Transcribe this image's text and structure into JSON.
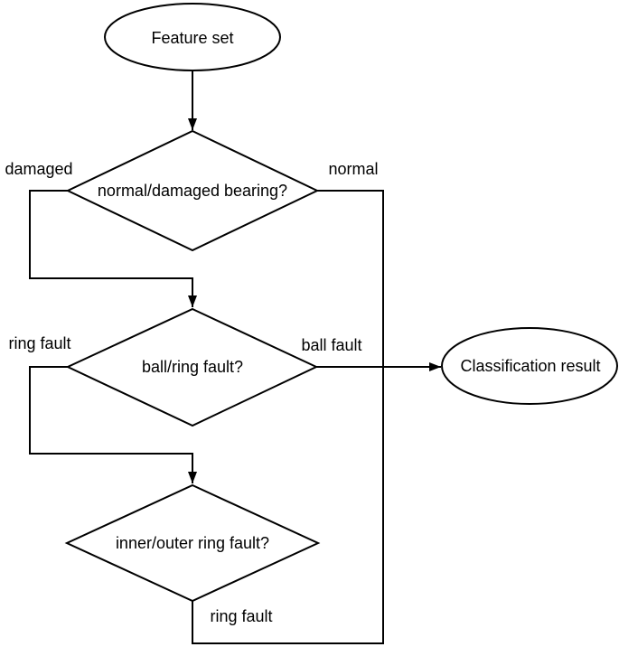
{
  "diagram": {
    "type": "flowchart",
    "background_color": "#ffffff",
    "line_color": "#000000",
    "nodes": {
      "feature_set": {
        "shape": "ellipse",
        "label": "Feature set"
      },
      "normal_damaged_decision": {
        "shape": "diamond",
        "label": "normal/damaged bearing?"
      },
      "ball_ring_decision": {
        "shape": "diamond",
        "label": "ball/ring fault?"
      },
      "inner_outer_decision": {
        "shape": "diamond",
        "label": "inner/outer ring fault?"
      },
      "classification_result": {
        "shape": "ellipse",
        "label": "Classification result"
      }
    },
    "edge_labels": {
      "damaged": "damaged",
      "normal": "normal",
      "ring_fault_left": "ring fault",
      "ball_fault": "ball fault",
      "ring_fault_bottom": "ring fault"
    },
    "edges": [
      {
        "from": "feature_set",
        "to": "normal_damaged_decision"
      },
      {
        "from": "normal_damaged_decision",
        "to": "ball_ring_decision",
        "label": "damaged"
      },
      {
        "from": "normal_damaged_decision",
        "to": "classification_result",
        "label": "normal"
      },
      {
        "from": "ball_ring_decision",
        "to": "inner_outer_decision",
        "label": "ring fault"
      },
      {
        "from": "ball_ring_decision",
        "to": "classification_result",
        "label": "ball fault"
      },
      {
        "from": "inner_outer_decision",
        "to": "classification_result",
        "label": "ring fault"
      }
    ]
  }
}
